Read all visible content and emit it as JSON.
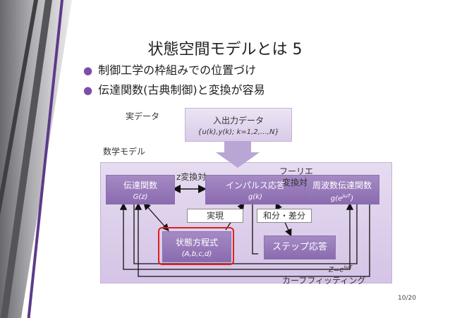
{
  "title": "状態空間モデルとは 5",
  "bullets": [
    "制御工学の枠組みでの位置づけ",
    "伝達関数(古典制御)と変換が容易"
  ],
  "labels": {
    "real_data": "実データ",
    "math_model": "数学モデル",
    "z_transform": "z変換対",
    "fourier": "フーリエ",
    "fourier_pair": "変換対",
    "realization": "実現",
    "sum_diff": "和分・差分",
    "z_eq": "Z=e",
    "z_eq_sup": "jωT",
    "curve_fitting": "カーブフィッティング"
  },
  "boxes": {
    "io_data": {
      "title": "入出力データ",
      "sub": "{u(k),y(k); k=1,2,…,N}"
    },
    "transfer": {
      "title": "伝達関数",
      "sub": "G(z)"
    },
    "impulse": {
      "title": "インパルス応答",
      "sub": "g(k)"
    },
    "freq": {
      "title": "周波数伝達関数",
      "sub": "g(e",
      "sub_sup": "jωT",
      "sub_end": ")"
    },
    "state_eq": {
      "title": "状態方程式",
      "sub": "(A,b,c,d)"
    },
    "step": {
      "title": "ステップ応答"
    }
  },
  "page_number": "10/20",
  "colors": {
    "accent": "#7a4fa8",
    "highlight": "#e0201c"
  }
}
